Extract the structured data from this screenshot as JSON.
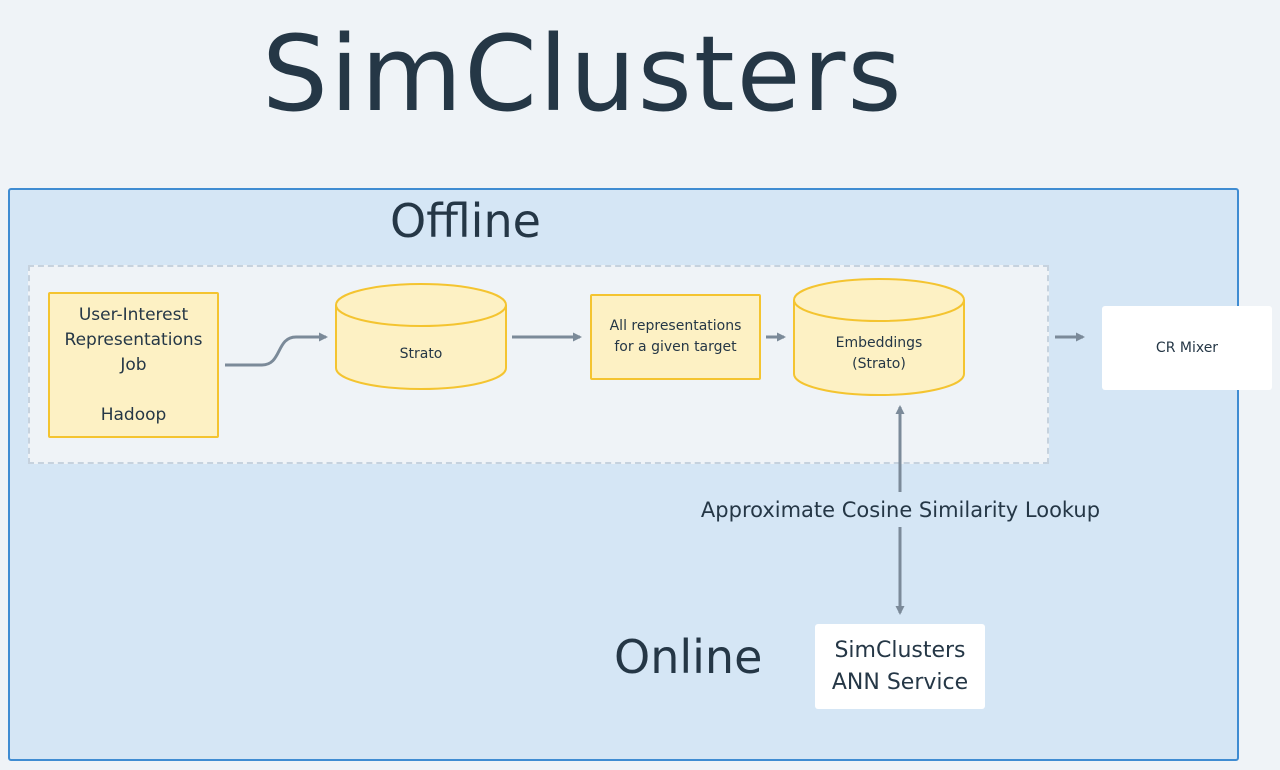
{
  "title": "SimClusters",
  "zones": {
    "offline": "Offline",
    "online": "Online"
  },
  "nodes": {
    "user_interest_job": [
      "User-Interest",
      "Representations",
      "Job",
      "",
      "Hadoop"
    ],
    "strato": "Strato",
    "all_representations": [
      "All representations",
      "for a given target"
    ],
    "embeddings": [
      "Embeddings",
      "(Strato)"
    ],
    "cr_mixer": "CR Mixer",
    "ann_service": [
      "SimClusters",
      "ANN Service"
    ]
  },
  "edges": {
    "lookup_label": "Approximate Cosine Similarity Lookup"
  },
  "colors": {
    "background": "#eff3f7",
    "outer_fill": "#d5e6f5",
    "outer_border": "#3f8cd2",
    "node_fill": "#fdf1c4",
    "node_border": "#f4c430",
    "arrow": "#7b8a99",
    "text": "#253746"
  }
}
